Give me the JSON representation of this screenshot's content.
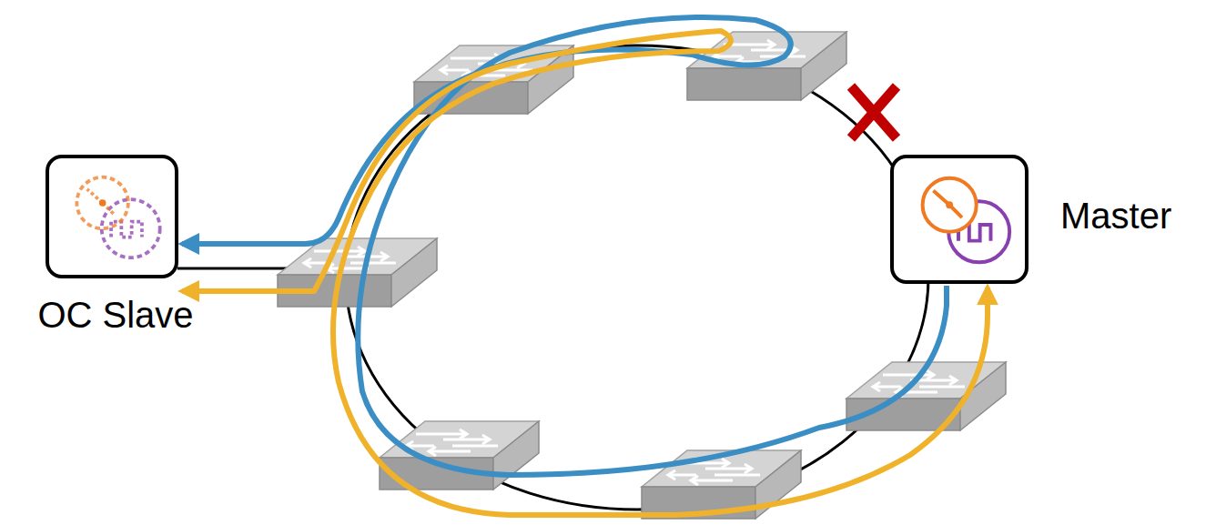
{
  "diagram": {
    "nodes": [
      {
        "text": [
          "OC Slave"
        ]
      },
      {
        "text": [
          "Master"
        ]
      }
    ],
    "edges": [
      {
        "from": 1,
        "to": 0,
        "arrow": "to"
      },
      {
        "from": 0,
        "to": 1,
        "arrow": "both"
      }
    ]
  }
}
